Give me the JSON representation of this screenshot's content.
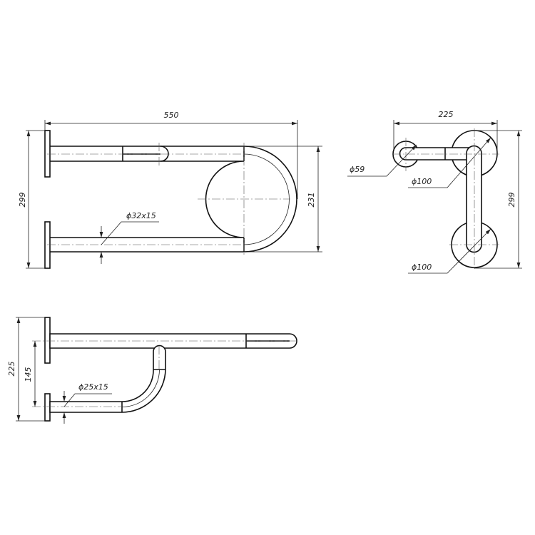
{
  "title": "U-shaped grab bar technical drawing",
  "front_view": {
    "width_dim": "550",
    "height_dim": "299",
    "bend_dim": "231",
    "tube_spec": "ϕ32x15"
  },
  "top_view": {
    "width_dim": "225",
    "height_dim": "299",
    "small_flange_dia": "ϕ59",
    "flange_dia_top": "ϕ100",
    "flange_dia_bottom": "ϕ100"
  },
  "side_view": {
    "overall_dim": "225",
    "offset_dim": "145",
    "tube_spec": "ϕ25x15"
  }
}
